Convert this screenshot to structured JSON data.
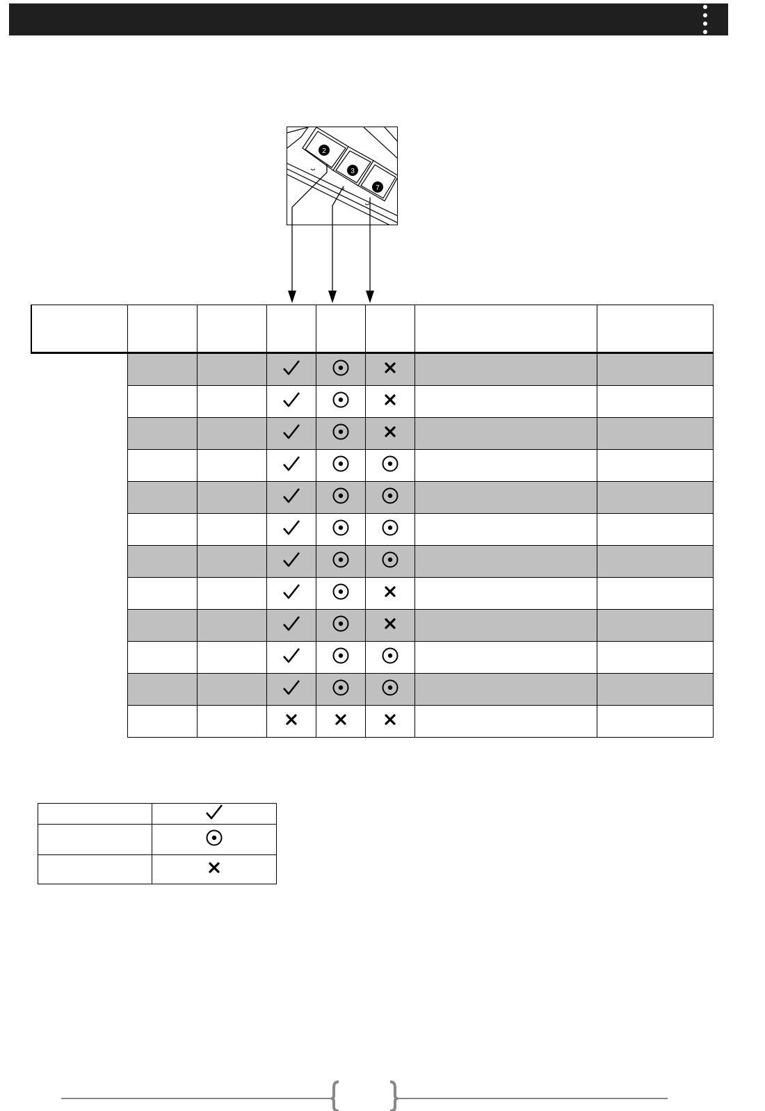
{
  "header": {
    "dots_icon": "vertical-dots-icon"
  },
  "diagram": {
    "badges": [
      "2",
      "3",
      "7"
    ],
    "icons": [
      "remote-buttons-diagram-icon"
    ]
  },
  "table": {
    "columns": 8,
    "rows": [
      {
        "shaded": true,
        "symbols": [
          "check",
          "dot",
          "cross"
        ]
      },
      {
        "shaded": false,
        "symbols": [
          "check",
          "dot",
          "cross"
        ]
      },
      {
        "shaded": true,
        "symbols": [
          "check",
          "dot",
          "cross"
        ]
      },
      {
        "shaded": false,
        "symbols": [
          "check",
          "dot",
          "dot"
        ]
      },
      {
        "shaded": true,
        "symbols": [
          "check",
          "dot",
          "dot"
        ]
      },
      {
        "shaded": false,
        "symbols": [
          "check",
          "dot",
          "dot"
        ]
      },
      {
        "shaded": true,
        "symbols": [
          "check",
          "dot",
          "dot"
        ]
      },
      {
        "shaded": false,
        "symbols": [
          "check",
          "dot",
          "cross"
        ]
      },
      {
        "shaded": true,
        "symbols": [
          "check",
          "dot",
          "cross"
        ]
      },
      {
        "shaded": false,
        "symbols": [
          "check",
          "dot",
          "dot"
        ]
      },
      {
        "shaded": true,
        "symbols": [
          "check",
          "dot",
          "dot"
        ]
      },
      {
        "shaded": false,
        "symbols": [
          "cross",
          "cross",
          "cross"
        ]
      }
    ]
  },
  "legend": {
    "rows": [
      {
        "symbol": "check"
      },
      {
        "symbol": "dot"
      },
      {
        "symbol": "cross"
      }
    ]
  },
  "colors": {
    "header": "#1f1f1f",
    "shade": "#c0c0c0",
    "footer_line": "#888888"
  }
}
